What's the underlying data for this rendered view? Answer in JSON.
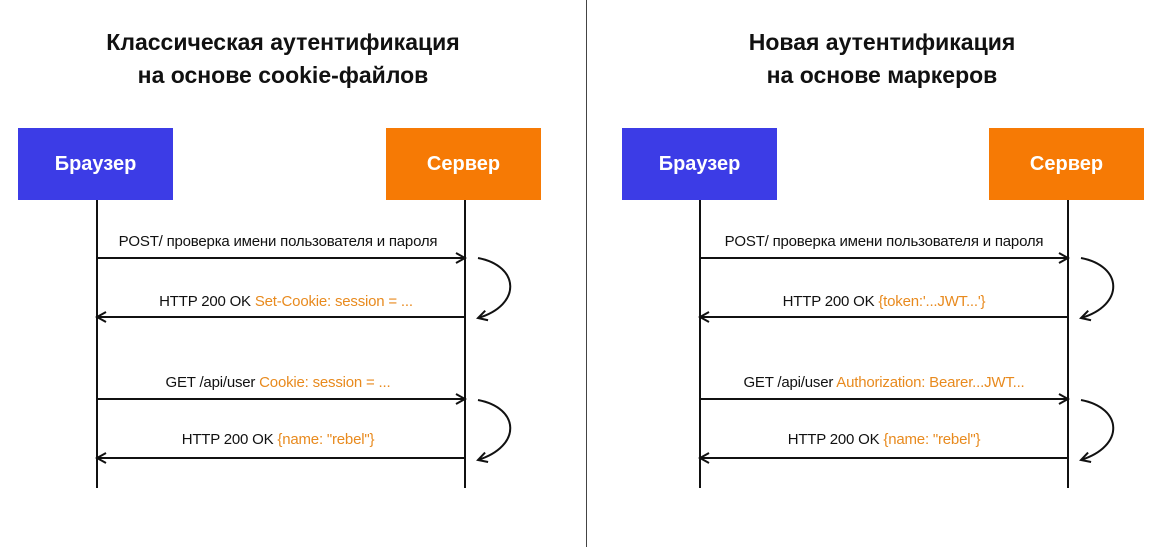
{
  "colors": {
    "browser": "#3c3ce6",
    "server": "#f67a05",
    "highlight": "#e88a1e",
    "line": "#111111"
  },
  "left": {
    "title_line1": "Классическая аутентификация",
    "title_line2": "на основе cookie-файлов",
    "browser_label": "Браузер",
    "server_label": "Сервер",
    "msg1": {
      "text": "POST/ проверка имени пользователя и пароля"
    },
    "msg2": {
      "text": "HTTP 200 OK",
      "highlight": "Set-Cookie: session = ..."
    },
    "msg3": {
      "text": "GET /api/user",
      "highlight": "Cookie: session = ..."
    },
    "msg4": {
      "text": "HTTP 200 OK",
      "highlight": "{name: \"rebel\"}"
    }
  },
  "right": {
    "title_line1": "Новая аутентификация",
    "title_line2": "на основе маркеров",
    "browser_label": "Браузер",
    "server_label": "Сервер",
    "msg1": {
      "text": "POST/ проверка имени пользователя и пароля"
    },
    "msg2": {
      "text": "HTTP 200 OK",
      "highlight": "{token:'...JWT...'}"
    },
    "msg3": {
      "text": "GET /api/user",
      "highlight": "Authorization: Bearer...JWT..."
    },
    "msg4": {
      "text": "HTTP 200 OK",
      "highlight": "{name: \"rebel\"}"
    }
  }
}
